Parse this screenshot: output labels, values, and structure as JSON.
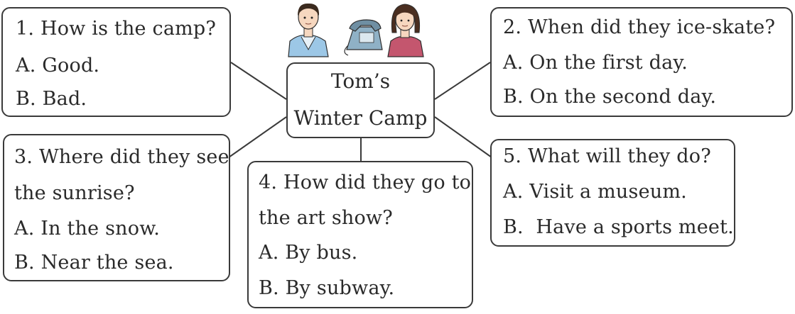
{
  "center": {
    "title_line1": "Tom’s",
    "title_line2": "Winter Camp"
  },
  "questions": [
    {
      "question": "1. How is the camp?",
      "options": [
        "A. Good.",
        "B. Bad."
      ]
    },
    {
      "question": "2. When did they ice-skate?",
      "options": [
        "A. On the first day.",
        "B. On the second day."
      ]
    },
    {
      "question_line1": "3. Where did they see",
      "question_line2": "the sunrise?",
      "options": [
        "A. In the snow.",
        "B. Near the sea."
      ]
    },
    {
      "question_line1": "4. How did they go to",
      "question_line2": "the art show?",
      "options": [
        "A. By bus.",
        "B. By subway."
      ]
    },
    {
      "question": "5. What will they do?",
      "options": [
        "A. Visit a museum.",
        "B.  Have a sports meet."
      ]
    }
  ],
  "illustration": {
    "icons": [
      "boy-icon",
      "telephone-icon",
      "girl-icon"
    ],
    "colors": {
      "shirt": "#5b9bd5",
      "hair": "#3a2a1e",
      "skin": "#f6d7bf",
      "girl_top": "#c4566e",
      "phone": "#6f8fa3"
    }
  }
}
